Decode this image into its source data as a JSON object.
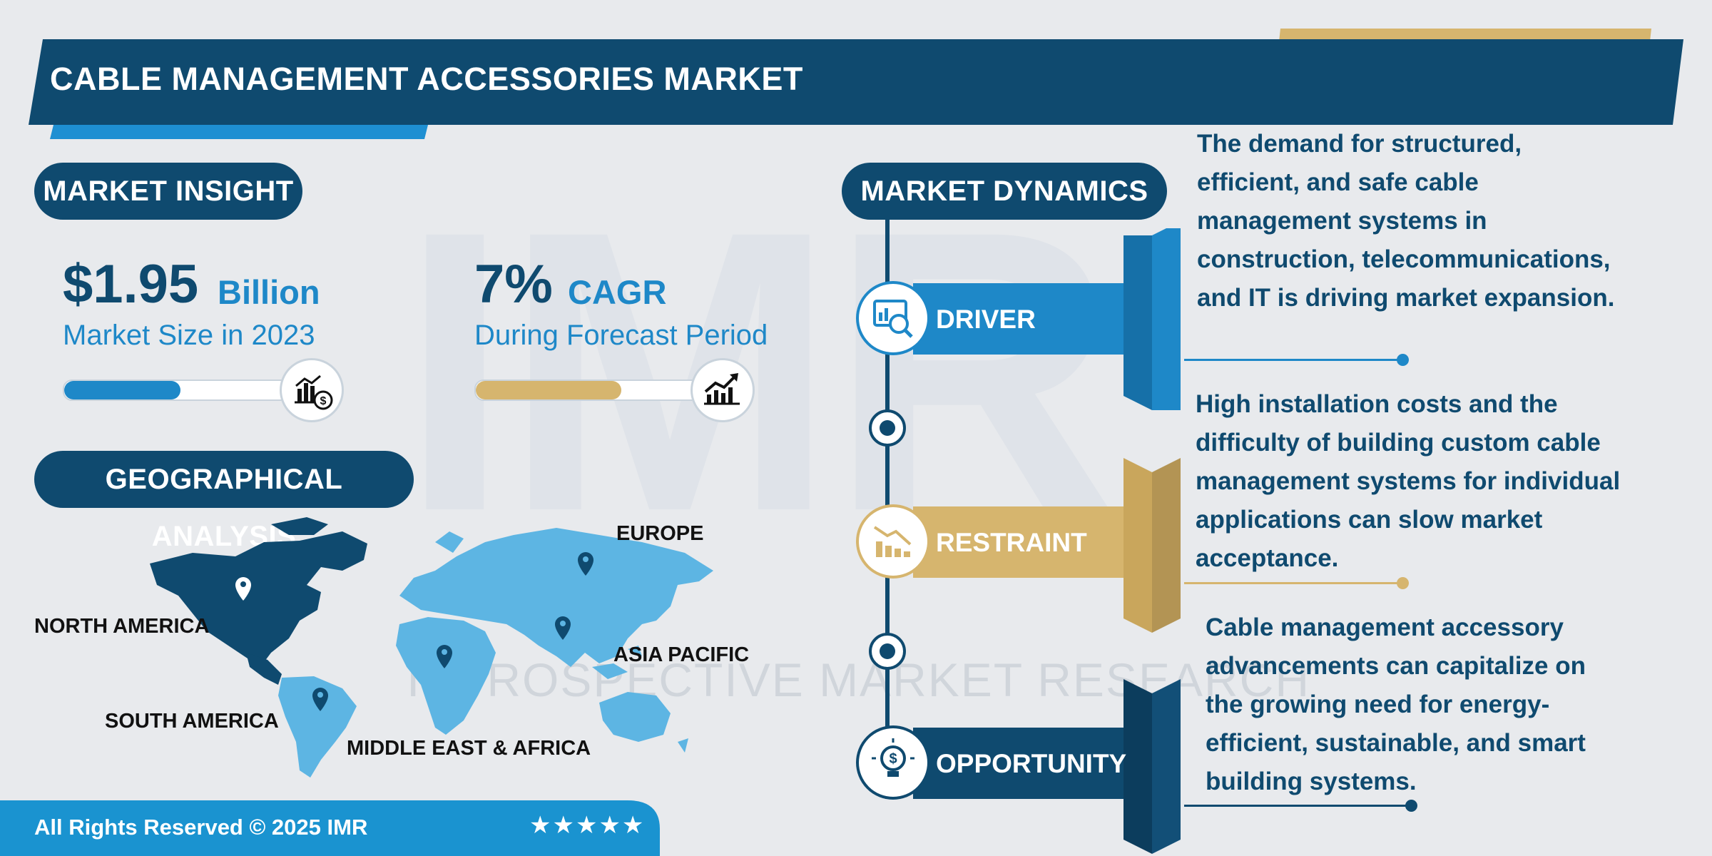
{
  "header": {
    "title": "CABLE MANAGEMENT ACCESSORIES MARKET"
  },
  "watermark": {
    "logo": "IMR",
    "text": "INTROSPECTIVE MARKET RESEARCH"
  },
  "market_insight": {
    "heading": "MARKET INSIGHT",
    "size_value": "$1.95",
    "size_unit": "Billion",
    "size_label": "Market Size in 2023",
    "size_progress": 0.48,
    "cagr_value": "7%",
    "cagr_unit": "CAGR",
    "cagr_label": "During Forecast Period",
    "cagr_progress": 0.6,
    "icons": [
      "chart-dollar-icon",
      "trending-up-icon"
    ]
  },
  "geography": {
    "heading": "GEOGRAPHICAL ANALYSIS",
    "regions": [
      "NORTH AMERICA",
      "EUROPE",
      "ASIA PACIFIC",
      "SOUTH AMERICA",
      "MIDDLE EAST & AFRICA"
    ]
  },
  "dynamics": {
    "heading": "MARKET DYNAMICS",
    "driver": {
      "label": "DRIVER",
      "icon": "presentation-chart-icon",
      "text": "The demand for structured, efficient, and safe cable management systems in construction, telecommunications, and IT is driving market expansion."
    },
    "restraint": {
      "label": "RESTRAINT",
      "icon": "declining-chart-icon",
      "text": "High installation costs and the difficulty of building custom cable management systems for individual applications can slow market acceptance."
    },
    "opportunity": {
      "label": "OPPORTUNITY",
      "icon": "lightbulb-dollar-icon",
      "text": "Cable management accessory advancements can capitalize on the growing need for energy-efficient, sustainable, and smart building systems."
    }
  },
  "footer": {
    "rights": "All Rights Reserved © 2025 IMR",
    "stars": "★★★★★",
    "rating": 5
  },
  "colors": {
    "navy": "#0f4a6f",
    "blue": "#1e88c8",
    "light_blue": "#5db5e3",
    "gold": "#d6b56e",
    "background": "#e8eaed"
  }
}
